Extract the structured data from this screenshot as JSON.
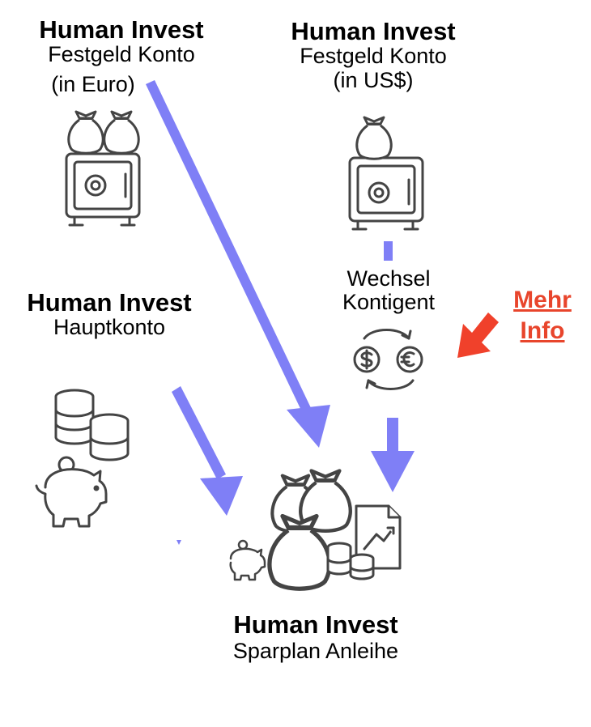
{
  "nodes": {
    "festgeld_euro": {
      "title": "Human Invest",
      "line1": "Festgeld Konto",
      "line2": "(in Euro)"
    },
    "festgeld_usd": {
      "title": "Human Invest",
      "line1": "Festgeld Konto",
      "line2": "(in US$)"
    },
    "hauptkonto": {
      "title": "Human Invest",
      "line1": "Hauptkonto"
    },
    "wechsel": {
      "line1": "Wechsel",
      "line2": "Kontigent"
    },
    "sparplan": {
      "title": "Human Invest",
      "line1": "Sparplan Anleihe"
    }
  },
  "mehr_info": {
    "line1": "Mehr",
    "line2": "Info"
  },
  "colors": {
    "arrow": "#7f7ff6",
    "link": "#e8452c",
    "icon": "#444444"
  },
  "icons": [
    "money-bag-icon",
    "safe-icon",
    "coin-stack-icon",
    "piggy-bank-icon",
    "currency-exchange-icon",
    "chart-document-icon",
    "red-pointer-arrow-icon"
  ]
}
